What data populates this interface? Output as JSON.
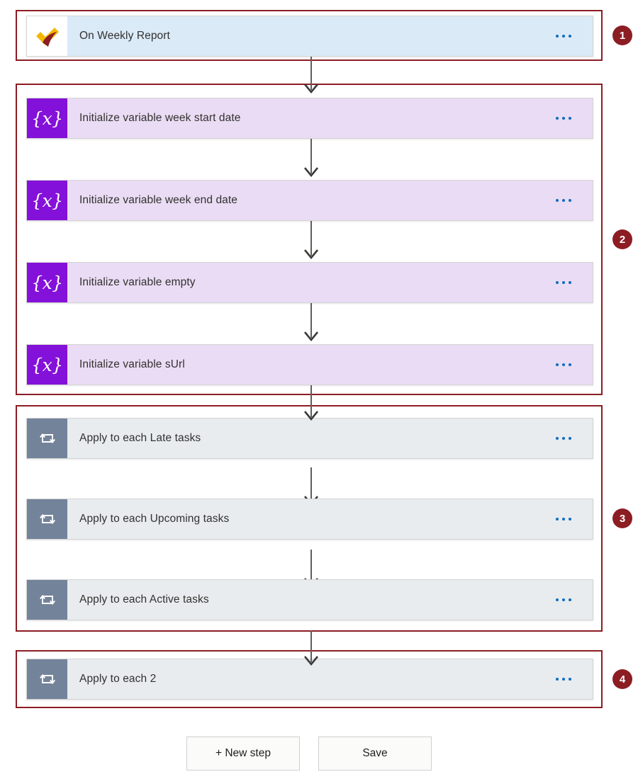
{
  "canvas": {
    "background": "#ffffff",
    "accent_red": "#8c1d23",
    "ellipsis_blue": "#0f6cbd",
    "variable_purple": "#8411d9",
    "loop_grey": "#73839a",
    "trigger_blue": "#dbeaf7"
  },
  "groups": [
    {
      "number": "1",
      "label": "trigger-group"
    },
    {
      "number": "2",
      "label": "initialize-variables-group"
    },
    {
      "number": "3",
      "label": "task-loops-group"
    },
    {
      "number": "4",
      "label": "final-loop-group"
    }
  ],
  "steps": [
    {
      "id": "on-weekly-report",
      "title": "On Weekly Report",
      "type": "trigger",
      "icon": "planner-icon",
      "menu": "•••"
    },
    {
      "id": "init-week-start-date",
      "title": "Initialize variable week start date",
      "type": "variable",
      "icon": "variable-icon",
      "menu": "•••"
    },
    {
      "id": "init-week-end-date",
      "title": "Initialize variable week end date",
      "type": "variable",
      "icon": "variable-icon",
      "menu": "•••"
    },
    {
      "id": "init-empty",
      "title": "Initialize variable empty",
      "type": "variable",
      "icon": "variable-icon",
      "menu": "•••"
    },
    {
      "id": "init-surl",
      "title": "Initialize variable sUrl",
      "type": "variable",
      "icon": "variable-icon",
      "menu": "•••"
    },
    {
      "id": "apply-each-late-tasks",
      "title": "Apply to each Late tasks",
      "type": "loop",
      "icon": "loop-icon",
      "menu": "•••"
    },
    {
      "id": "apply-each-upcoming-tasks",
      "title": "Apply to each Upcoming tasks",
      "type": "loop",
      "icon": "loop-icon",
      "menu": "•••"
    },
    {
      "id": "apply-each-active-tasks",
      "title": "Apply to each Active tasks",
      "type": "loop",
      "icon": "loop-icon",
      "menu": "•••"
    },
    {
      "id": "apply-each-2",
      "title": "Apply to each 2",
      "type": "loop",
      "icon": "loop-icon",
      "menu": "•••"
    }
  ],
  "footer": {
    "new_step_label": "+ New step",
    "save_label": "Save"
  }
}
